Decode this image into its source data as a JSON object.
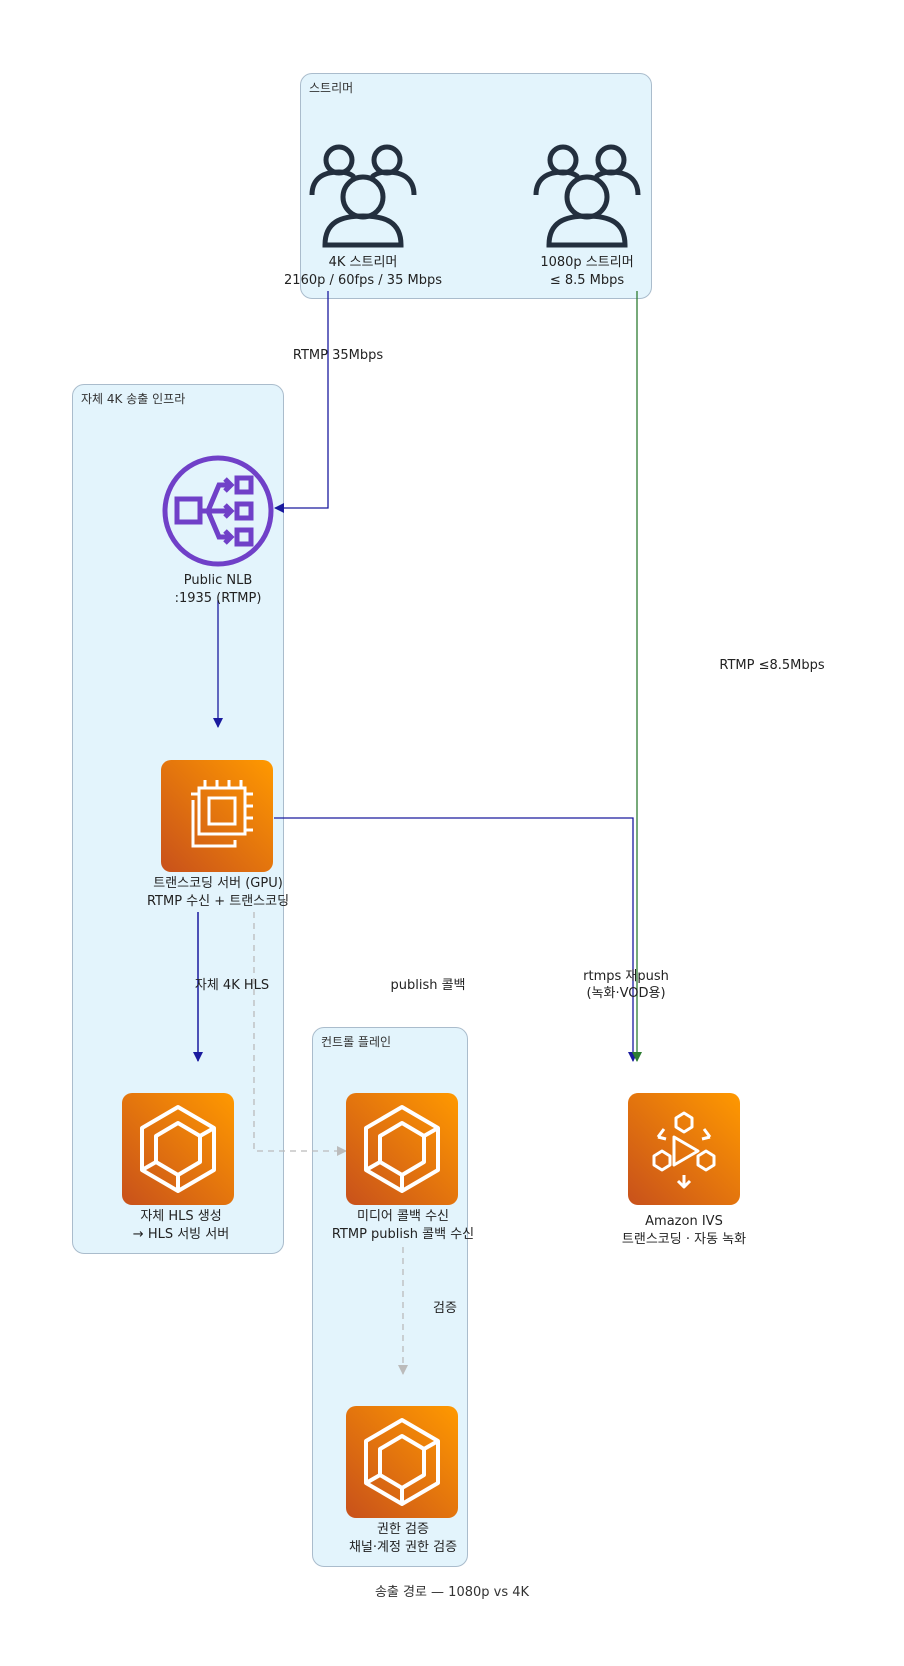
{
  "clusters": {
    "streamers": "스트리머",
    "infra4k": "자체 4K 송출 인프라",
    "control": "컨트롤 플레인"
  },
  "nodes": {
    "s4k": {
      "line1": "4K 스트리머",
      "line2": "2160p / 60fps / 35 Mbps",
      "icon": "users-icon"
    },
    "s1080": {
      "line1": "1080p 스트리머",
      "line2": "≤ 8.5 Mbps",
      "icon": "users-icon"
    },
    "nlb": {
      "line1": "Public NLB",
      "line2": ":1935 (RTMP)",
      "icon": "load-balancer-icon"
    },
    "transcoder": {
      "line1": "트랜스코딩 서버 (GPU)",
      "line2": "RTMP 수신 + 트랜스코딩",
      "icon": "ec2-instance-icon"
    },
    "hls": {
      "line1": "자체 HLS 생성",
      "line2": "→ HLS 서빙 서버",
      "icon": "container-service-icon"
    },
    "callback": {
      "line1": "미디어 콜백 수신",
      "line2": "RTMP publish 콜백 수신",
      "icon": "container-service-icon"
    },
    "auth": {
      "line1": "권한 검증",
      "line2": "채널·계정 권한 검증",
      "icon": "container-service-icon"
    },
    "ivs": {
      "line1": "Amazon IVS",
      "line2": "트랜스코딩 · 자동 녹화",
      "icon": "ivs-icon"
    }
  },
  "edges": {
    "rtmp35": "RTMP 35Mbps",
    "rtmp85": "RTMP ≤8.5Mbps",
    "hls4k": "자체 4K HLS",
    "publish_cb": "publish 콜백",
    "rtmps_line1": "rtmps 재push",
    "rtmps_line2": "(녹화·VOD용)",
    "verify": "검증"
  },
  "caption": "송출 경로 — 1080p vs 4K",
  "colors": {
    "cluster_fill": "#e3f4fc",
    "cluster_border": "#aabccc",
    "edge_blue": "#1a1a9e",
    "edge_green": "#2e7d32",
    "edge_dashed": "#bbbbbb",
    "aws_orange_top": "#f78e04",
    "aws_orange_bottom": "#d05c17",
    "nlb_purple": "#7040c8"
  }
}
